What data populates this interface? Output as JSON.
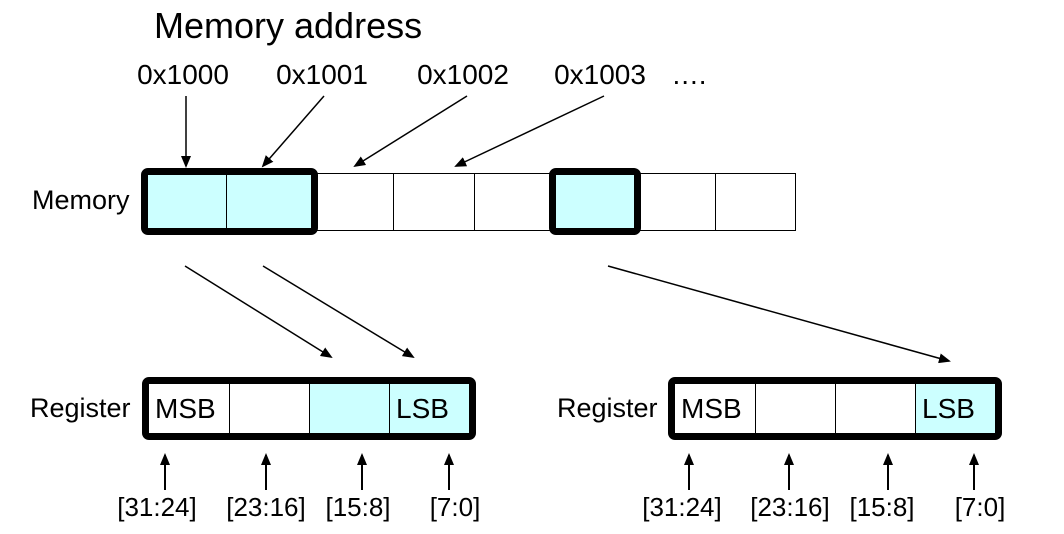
{
  "title": "Memory address",
  "colors": {
    "highlight": "#ccffff",
    "line": "#000000",
    "background": "#ffffff"
  },
  "memory": {
    "label": "Memory",
    "addresses": [
      "0x1000",
      "0x1001",
      "0x1002",
      "0x1003"
    ],
    "ellipsis": "....",
    "cells": [
      {
        "highlighted": true
      },
      {
        "highlighted": true
      },
      {
        "highlighted": false
      },
      {
        "highlighted": false
      },
      {
        "highlighted": false
      },
      {
        "highlighted": true
      },
      {
        "highlighted": false
      },
      {
        "highlighted": false
      }
    ]
  },
  "registers": [
    {
      "label": "Register",
      "cells": [
        {
          "text": "MSB",
          "highlighted": false
        },
        {
          "text": "",
          "highlighted": false
        },
        {
          "text": "",
          "highlighted": true
        },
        {
          "text": "LSB",
          "highlighted": true
        }
      ],
      "bit_labels": [
        "[31:24]",
        "[23:16]",
        "[15:8]",
        "[7:0]"
      ]
    },
    {
      "label": "Register",
      "cells": [
        {
          "text": "MSB",
          "highlighted": false
        },
        {
          "text": "",
          "highlighted": false
        },
        {
          "text": "",
          "highlighted": false
        },
        {
          "text": "LSB",
          "highlighted": true
        }
      ],
      "bit_labels": [
        "[31:24]",
        "[23:16]",
        "[15:8]",
        "[7:0]"
      ]
    }
  ]
}
